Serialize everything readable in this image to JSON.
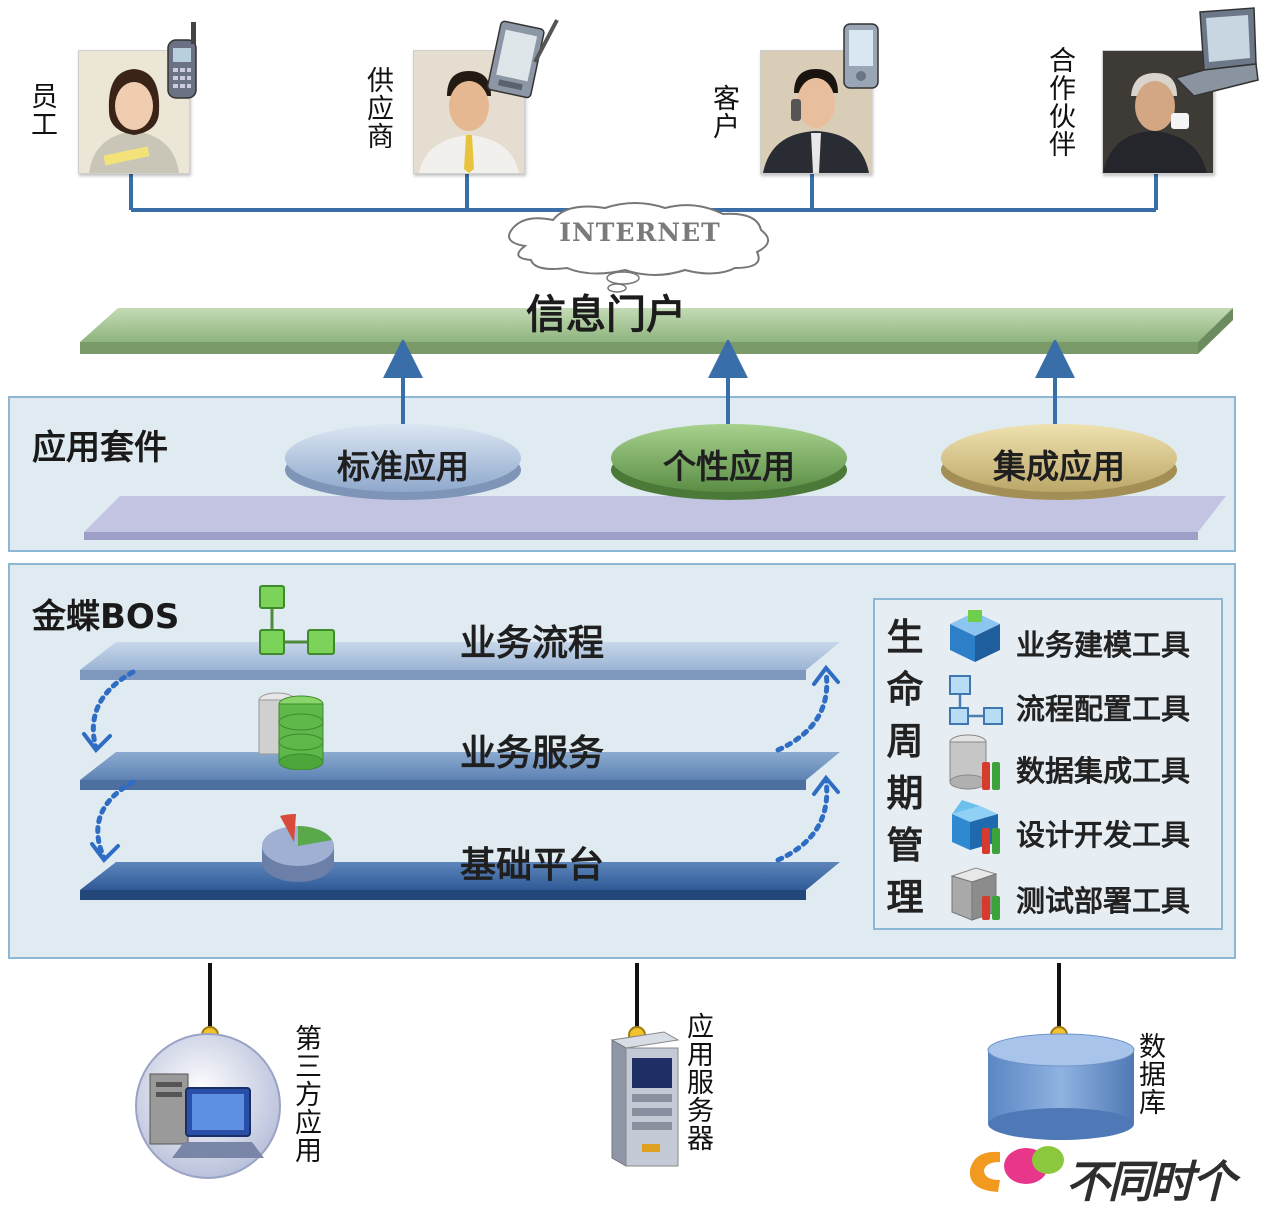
{
  "users": [
    {
      "label": "员工",
      "icon": "mobile-phone-icon"
    },
    {
      "label": "供应商",
      "icon": "pda-icon"
    },
    {
      "label": "客户",
      "icon": "handheld-icon"
    },
    {
      "label": "合作伙伴",
      "icon": "laptop-icon"
    }
  ],
  "internet_label": "INTERNET",
  "portal_label": "信息门户",
  "app_suite": {
    "title": "应用套件",
    "apps": [
      "标准应用",
      "个性应用",
      "集成应用"
    ]
  },
  "bos": {
    "title": "金蝶BOS",
    "layers": [
      "业务流程",
      "业务服务",
      "基础平台"
    ]
  },
  "lifecycle": {
    "title": "生命周期管理",
    "tools": [
      {
        "label": "业务建模工具",
        "icon": "cube-model-icon"
      },
      {
        "label": "流程配置工具",
        "icon": "flowchart-icon"
      },
      {
        "label": "数据集成工具",
        "icon": "database-tools-icon"
      },
      {
        "label": "设计开发工具",
        "icon": "box-tools-icon"
      },
      {
        "label": "测试部署工具",
        "icon": "server-tools-icon"
      }
    ]
  },
  "bottom": [
    {
      "label": "第三方应用",
      "icon": "computer-icon"
    },
    {
      "label": "应用服务器",
      "icon": "server-icon"
    },
    {
      "label": "数据库",
      "icon": "database-icon"
    }
  ],
  "watermark": "不同时个",
  "colors": {
    "panel_border": "#8cb8d6",
    "panel_bg": "#dfeaf1",
    "connector": "#3a6ea8",
    "portal_green": "#a9c99a",
    "disc_blue": "#a9bfdc",
    "disc_green": "#6fa25a",
    "disc_gold": "#d6c486",
    "layer_blue": "#3f6aa6"
  }
}
